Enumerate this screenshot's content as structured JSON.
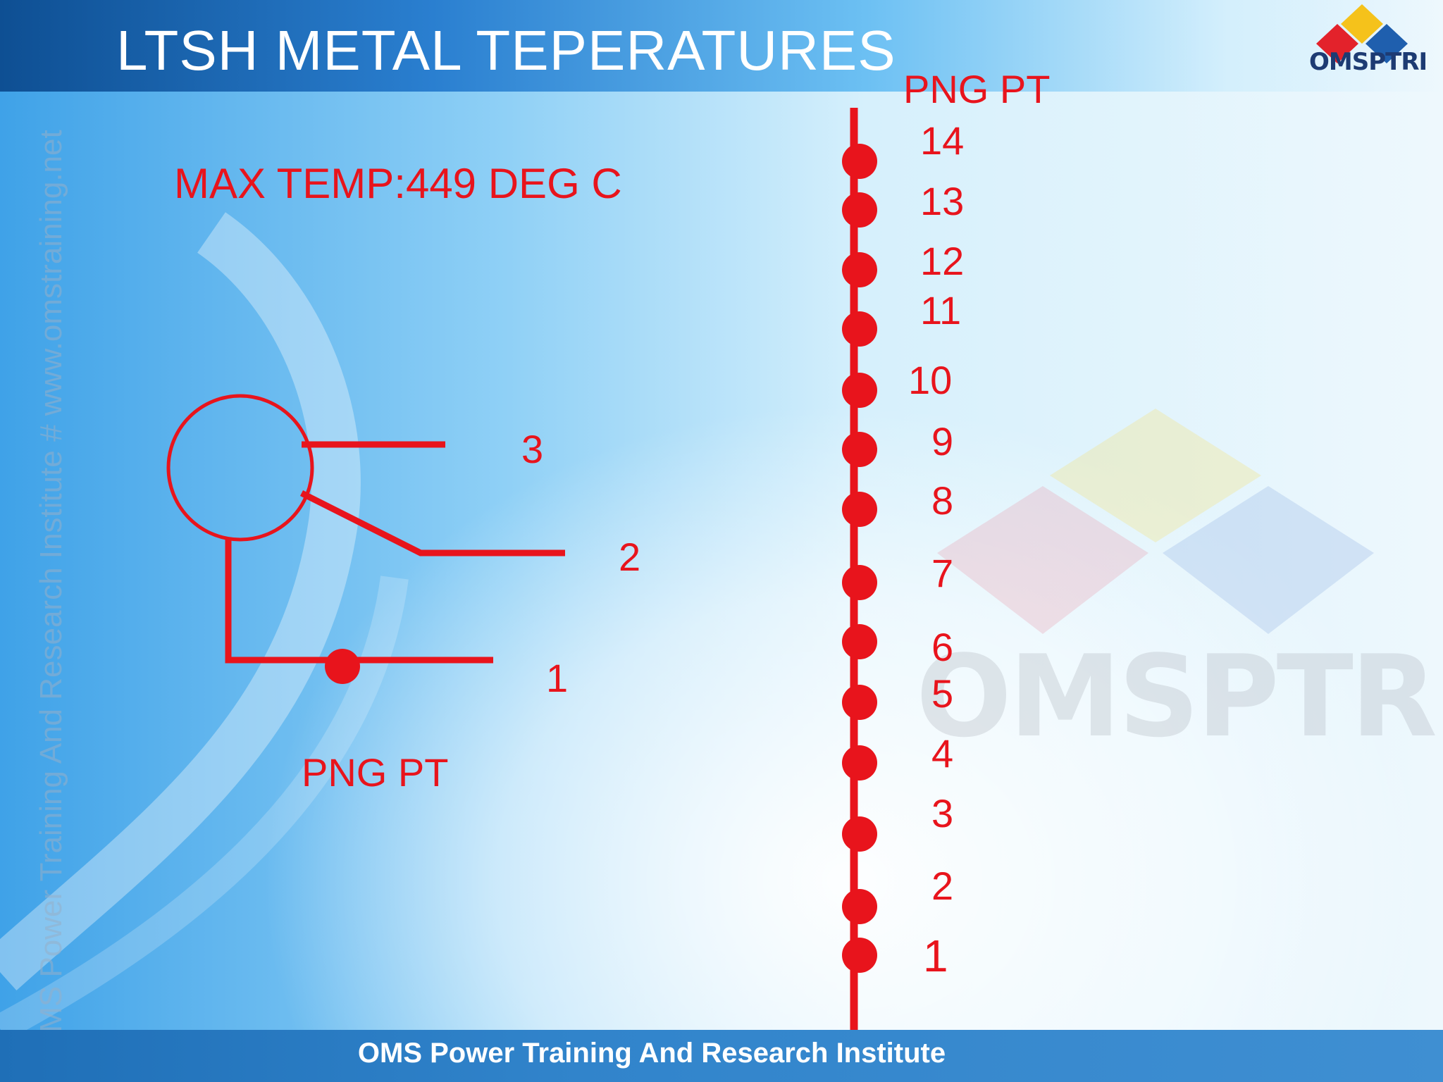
{
  "slide": {
    "title": "LTSH METAL TEPERATURES",
    "max_temp_label": "MAX TEMP:449 DEG C",
    "footer_text": "OMS Power Training And Research Institute",
    "side_watermark_text": "OMS Power Training And Research Institute # www.omstraining.net",
    "logo_text": "OMSPTRI",
    "watermark_logo_text": "OMSPTRI"
  },
  "cross_section": {
    "tube_labels": [
      "3",
      "2",
      "1"
    ],
    "png_pt_label": "PNG  PT"
  },
  "tube_bank": {
    "png_pt_label": "PNG  PT",
    "points": [
      "14",
      "13",
      "12",
      "11",
      "10",
      "9",
      "8",
      "7",
      "6",
      "5",
      "4",
      "3",
      "2",
      "1"
    ]
  },
  "colors": {
    "diagram_red": "#e8141c",
    "header_blue": "#0e4f93",
    "footer_blue": "#2a7bc2",
    "logo_red": "#e3222b",
    "logo_yellow": "#f5c21b",
    "logo_blue": "#1f5fae"
  }
}
